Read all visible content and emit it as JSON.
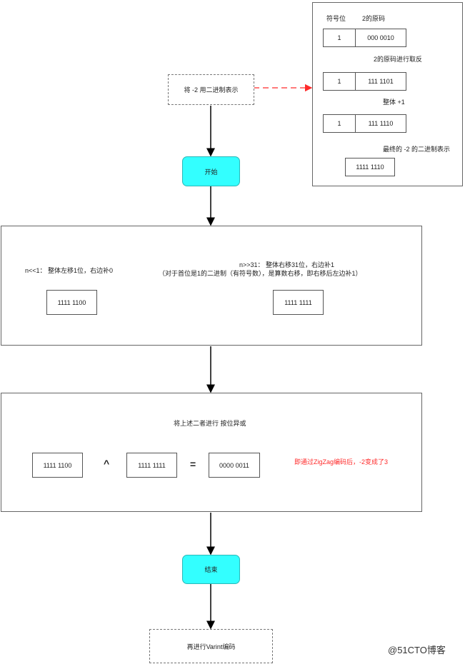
{
  "top_right_panel": {
    "header_sign": "符号位",
    "header_value": "2的原码",
    "row1": {
      "sign": "1",
      "value": "000 0010"
    },
    "step1_label": "2的原码进行取反",
    "row2": {
      "sign": "1",
      "value": "111 1101"
    },
    "step2_label": "整体 +1",
    "row3": {
      "sign": "1",
      "value": "111 1110"
    },
    "step3_label": "最终的 -2 的二进制表示",
    "final_value": "1111 1110"
  },
  "start_note": "将 -2 用二进制表示",
  "start_label": "开始",
  "shift_section": {
    "left_label": "n<<1： 整体左移1位，右边补0",
    "left_value": "1111 1100",
    "right_label_line1": "n>>31： 整体右移31位，右边补1",
    "right_label_line2": "（对于首位是1的二进制（有符号数），是算数右移，即右移后左边补1）",
    "right_value": "1111 1111"
  },
  "xor_section": {
    "title": "将上述二者进行 按位异或",
    "operand1": "1111 1100",
    "operator_xor": "^",
    "operand2": "1111 1111",
    "operator_eq": "=",
    "result": "0000 0011",
    "note": "即通过ZigZag编码后，-2变成了3"
  },
  "end_label": "结束",
  "final_note": "再进行Varint编码",
  "watermark": "@51CTO博客",
  "colors": {
    "accent": "#33ffff",
    "red": "#ff2a2a"
  }
}
